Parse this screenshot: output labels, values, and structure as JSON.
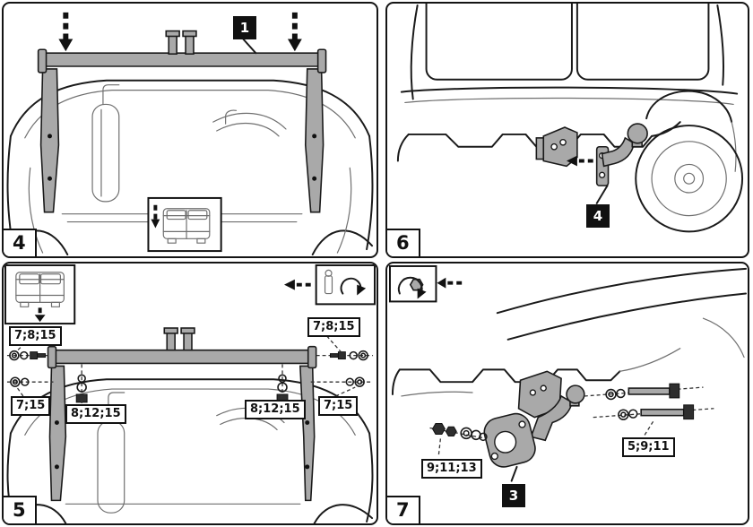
{
  "colors": {
    "line": "#1a1a1a",
    "metal": "#a9a9a9",
    "label_bg": "#111111",
    "paper": "#ffffff"
  },
  "panels": {
    "p4": {
      "number": "4",
      "part_label": "1"
    },
    "p5": {
      "number": "5",
      "callout_left_top": "7;8;15",
      "callout_right_top": "7;8;15",
      "callout_left_mid": "7;15",
      "callout_right_mid": "7;15",
      "callout_left_inner": "8;12;15",
      "callout_right_inner": "8;12;15"
    },
    "p6": {
      "number": "6",
      "part_label": "4"
    },
    "p7": {
      "number": "7",
      "part_label": "3",
      "callout_left": "9;11;13",
      "callout_right": "5;9;11"
    }
  }
}
